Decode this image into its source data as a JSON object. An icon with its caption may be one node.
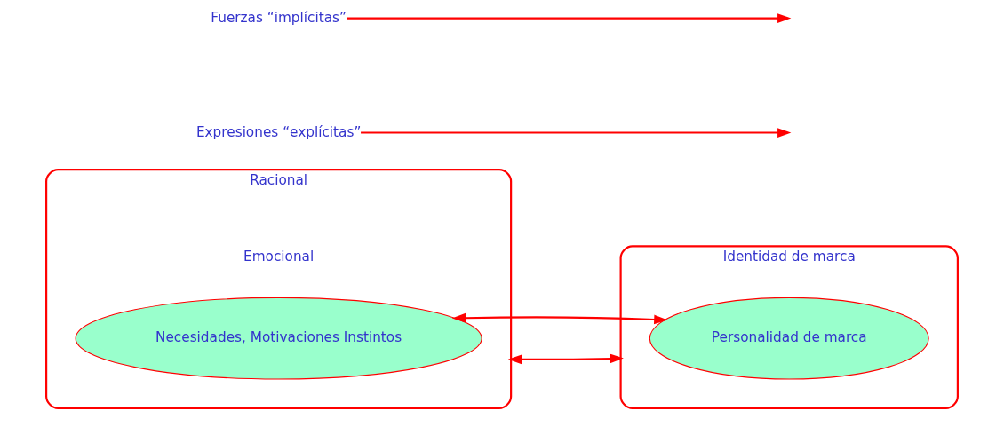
{
  "diagram": {
    "nodes": [
      {
        "text": [
          "Racional",
          "Emocional"
        ]
      },
      {
        "text": [
          "Necesidades, Motivaciones Instintos"
        ],
        "in": 0
      },
      {
        "text": [
          "Identidad de marca"
        ]
      },
      {
        "text": [
          "Personalidad de marca"
        ],
        "in": 2
      },
      {
        "text": [
          "Expresiones “explícitas”"
        ]
      },
      {
        "text": [
          "Fuerzas “implícitas”"
        ]
      }
    ],
    "edges": [
      {
        "from": 0,
        "to": 2,
        "arrow": "both"
      },
      {
        "from": 1,
        "to": 3,
        "arrow": "both"
      },
      {
        "from": 4,
        "to": null,
        "arrow": "to"
      },
      {
        "from": 5,
        "to": null,
        "arrow": "to"
      }
    ]
  }
}
